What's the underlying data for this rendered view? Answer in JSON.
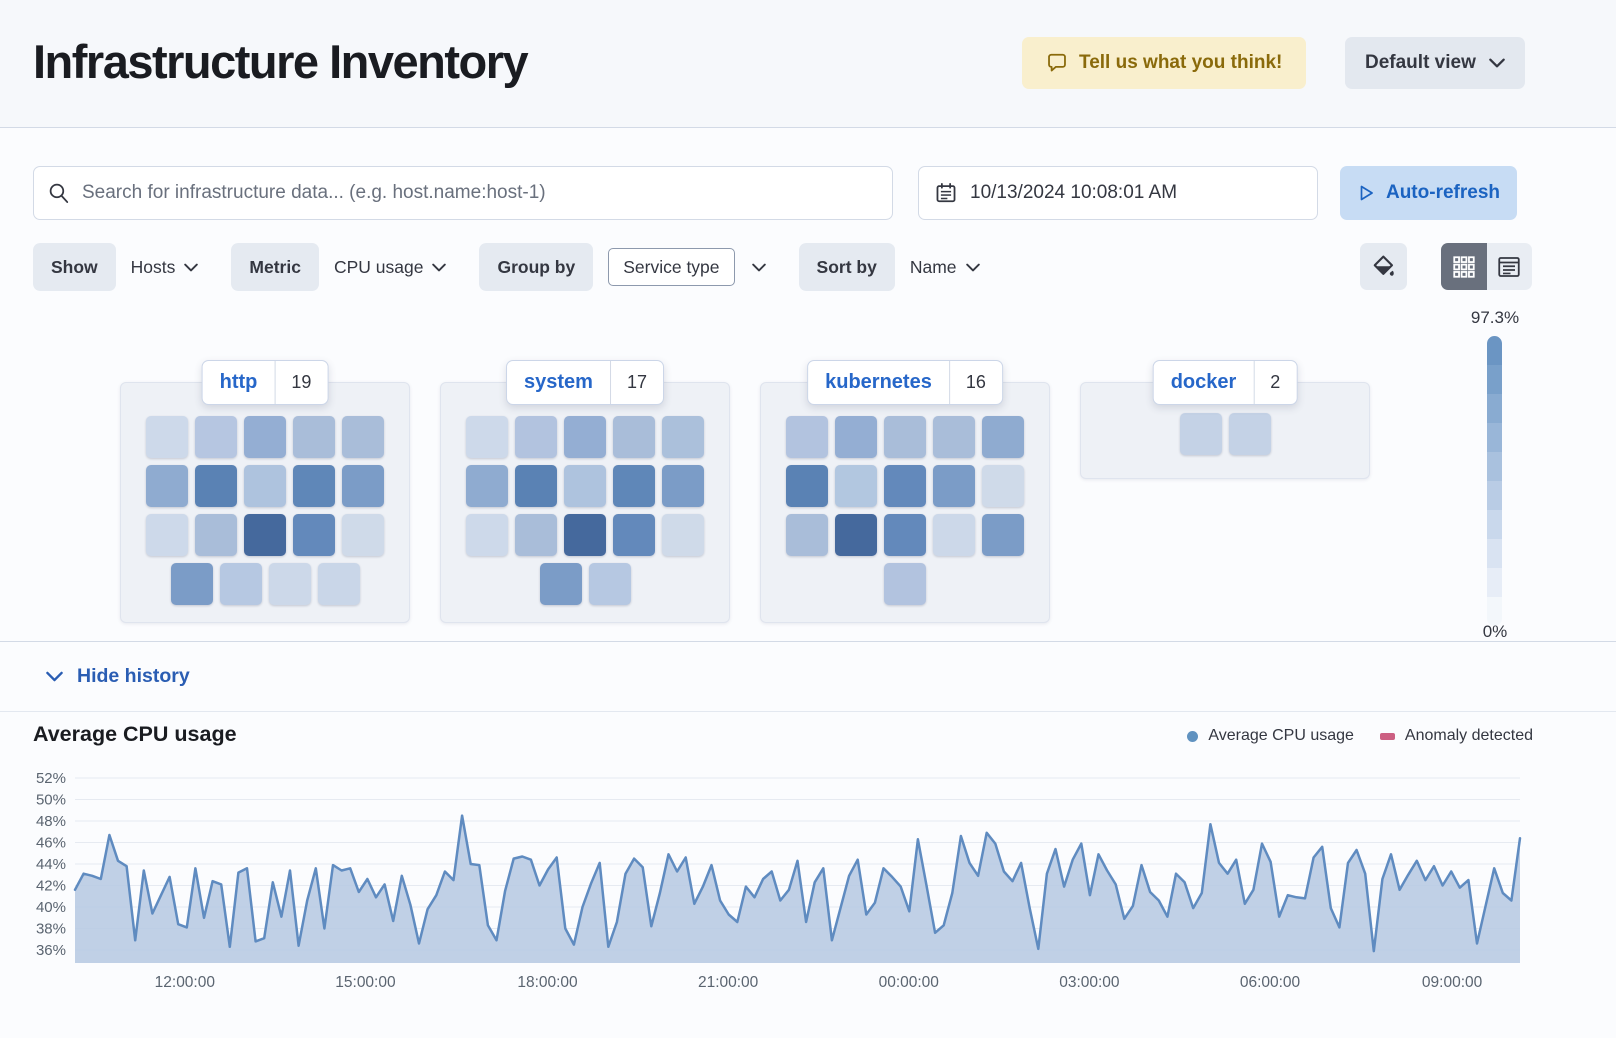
{
  "header": {
    "title": "Infrastructure Inventory",
    "feedback_label": "Tell us what you think!",
    "view_label": "Default view"
  },
  "toolbar": {
    "search_placeholder": "Search for infrastructure data... (e.g. host.name:host-1)",
    "datetime": "10/13/2024 10:08:01 AM",
    "autorefresh_label": "Auto-refresh"
  },
  "filters": {
    "show_label": "Show",
    "show_value": "Hosts",
    "metric_label": "Metric",
    "metric_value": "CPU usage",
    "groupby_label": "Group by",
    "groupby_value": "Service type",
    "sortby_label": "Sort by",
    "sortby_value": "Name"
  },
  "icons": {
    "feedback": "speech-bubble",
    "view": "chevron-down",
    "search": "magnifier",
    "date": "calendar",
    "autorefresh": "play-outline",
    "palette": "paint-bucket",
    "grid_view": "grid",
    "table_view": "table",
    "history": "chevron-down"
  },
  "scale_legend": {
    "max_label": "97.3%",
    "min_label": "0%",
    "steps": [
      "#6b95c3",
      "#79a0ca",
      "#89abd1",
      "#99b6d8",
      "#a9c1de",
      "#b9cce5",
      "#c9d8ec",
      "#d9e3f2",
      "#e7edf7",
      "#f3f7fb"
    ]
  },
  "groups": [
    {
      "name": "http",
      "count": "19",
      "rows": [
        [
          "#cdd9ea",
          "#b6c6e1",
          "#94aed3",
          "#a9bdd9",
          "#a9bdd9"
        ],
        [
          "#8fabd0",
          "#5a82b4",
          "#aec3de",
          "#5f87b8",
          "#7b9cc7"
        ],
        [
          "#cdd9ea",
          "#a9bdd9",
          "#45699d",
          "#6389bb",
          "#cfdae9"
        ],
        [
          "#7b9cc7",
          "#b6c8e2",
          "#ccd8e9",
          "#c9d6e8"
        ]
      ]
    },
    {
      "name": "system",
      "count": "17",
      "rows": [
        [
          "#cdd9ea",
          "#b2c3df",
          "#94aed3",
          "#a9bdd9",
          "#abc0db"
        ],
        [
          "#8fabd0",
          "#5a82b4",
          "#aec3de",
          "#5f87b8",
          "#7b9cc7"
        ],
        [
          "#cdd9ea",
          "#a9bdd9",
          "#45699d",
          "#6389bb",
          "#cfdae9"
        ],
        [
          "#7b9cc7",
          "#b6c8e2"
        ]
      ]
    },
    {
      "name": "kubernetes",
      "count": "16",
      "rows": [
        [
          "#b2c3df",
          "#94aed3",
          "#a9bdd9",
          "#a9bdd9",
          "#8fabd0"
        ],
        [
          "#5a82b4",
          "#b2c7e0",
          "#6389bb",
          "#7b9cc7",
          "#cfdae9"
        ],
        [
          "#a9bdd9",
          "#45699d",
          "#6389bb",
          "#ccd8e9",
          "#7b9cc7"
        ],
        [
          "#b2c3df"
        ]
      ]
    },
    {
      "name": "docker",
      "count": "2",
      "rows": [
        [
          "#c4d2e6",
          "#c4d2e6"
        ]
      ]
    }
  ],
  "history": {
    "toggle_label": "Hide history"
  },
  "chart_data": {
    "type": "area",
    "title": "Average CPU usage",
    "legend": [
      {
        "label": "Average CPU usage",
        "color": "#6092c0",
        "marker": "dot"
      },
      {
        "label": "Anomaly detected",
        "color": "#cc5f82",
        "marker": "rect"
      }
    ],
    "x_ticks": [
      "12:00:00",
      "15:00:00",
      "18:00:00",
      "21:00:00",
      "00:00:00",
      "03:00:00",
      "06:00:00",
      "09:00:00"
    ],
    "x_tick_fracs": [
      0.076,
      0.201,
      0.327,
      0.452,
      0.577,
      0.702,
      0.827,
      0.953
    ],
    "y_ticks": [
      36,
      38,
      40,
      42,
      44,
      46,
      48,
      50,
      52
    ],
    "y_unit": "%",
    "ylim": [
      34.8,
      53.2
    ],
    "grid": true,
    "legend_position": "top-right",
    "line_color": "#5f8bc0",
    "fill_color": "#b7c9e3",
    "series": [
      {
        "name": "Average CPU usage",
        "values": [
          41.6,
          43.1,
          42.9,
          42.6,
          46.7,
          44.3,
          43.8,
          36.9,
          43.4,
          39.4,
          41.1,
          42.8,
          38.4,
          38.1,
          43.6,
          39.0,
          42.4,
          42.1,
          36.3,
          43.2,
          43.6,
          36.8,
          37.1,
          42.3,
          39.1,
          43.4,
          36.4,
          40.6,
          43.6,
          38.0,
          43.9,
          43.4,
          43.6,
          41.4,
          42.6,
          40.9,
          42.1,
          38.7,
          42.9,
          40.2,
          36.6,
          39.8,
          41.1,
          43.3,
          42.5,
          48.5,
          44.0,
          43.9,
          38.3,
          36.9,
          41.5,
          44.5,
          44.7,
          44.4,
          42.0,
          43.5,
          44.6,
          38.0,
          36.5,
          40.0,
          42.2,
          44.1,
          36.3,
          38.6,
          43.1,
          44.5,
          43.7,
          38.2,
          41.3,
          44.9,
          43.3,
          44.6,
          40.3,
          41.9,
          43.9,
          40.6,
          39.3,
          38.6,
          41.9,
          40.9,
          42.6,
          43.3,
          40.6,
          41.6,
          44.3,
          38.6,
          42.3,
          43.6,
          36.9,
          39.9,
          42.9,
          44.4,
          39.3,
          40.4,
          43.6,
          42.8,
          41.9,
          39.6,
          46.3,
          42.0,
          37.6,
          38.3,
          41.3,
          46.6,
          44.1,
          42.9,
          46.9,
          45.9,
          43.3,
          42.4,
          44.1,
          39.9,
          36.1,
          43.1,
          45.4,
          41.9,
          44.4,
          45.9,
          41.1,
          44.9,
          43.4,
          42.1,
          38.9,
          40.1,
          43.9,
          41.4,
          40.6,
          39.1,
          43.1,
          42.3,
          39.9,
          41.3,
          47.7,
          44.1,
          43.1,
          44.4,
          40.3,
          41.6,
          45.9,
          44.2,
          39.1,
          41.1,
          40.9,
          40.8,
          44.6,
          45.6,
          39.9,
          38.1,
          44.1,
          45.3,
          43.1,
          35.9,
          42.6,
          44.9,
          41.6,
          43.0,
          44.3,
          42.5,
          43.8,
          42.0,
          43.3,
          41.8,
          42.5,
          36.6,
          40.1,
          43.6,
          41.3,
          40.6,
          46.4
        ]
      }
    ]
  }
}
